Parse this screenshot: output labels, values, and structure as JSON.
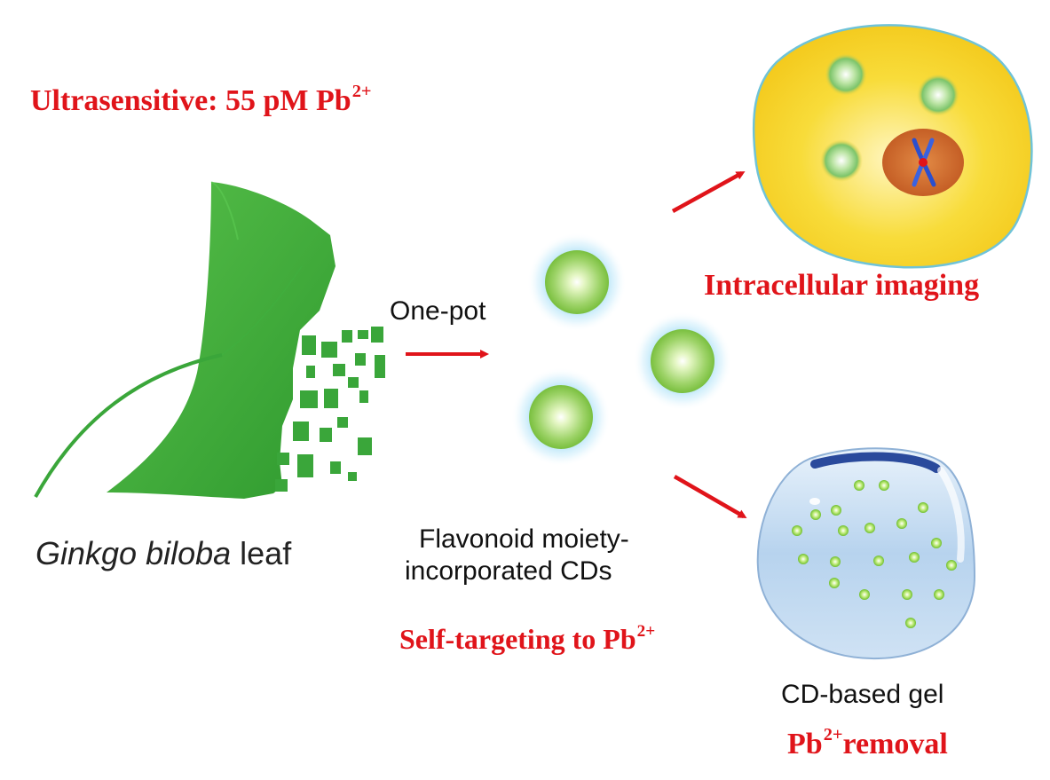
{
  "headline": {
    "prefix": "Ultrasensitive: 55 pM Pb",
    "charge": "2+"
  },
  "leaf_caption": {
    "species": "Ginkgo biloba",
    "suffix": " leaf"
  },
  "step_label": "One-pot",
  "cd_caption": {
    "line1": "Flavonoid moiety-",
    "line2": "incorporated CDs"
  },
  "targeting": {
    "prefix": "Self-targeting to Pb",
    "charge": "2+"
  },
  "imaging_label": "Intracellular imaging",
  "gel_label": "CD-based gel",
  "removal": {
    "ion": "Pb",
    "charge": "2+",
    "suffix": "removal"
  },
  "colors": {
    "accent_red": "#e0141a",
    "leaf_green": "#3aa63a",
    "dot_green": "#9fd46a",
    "glow_blue": "#9fdcf5",
    "cell_yellow": "#f6d21e",
    "nucleus_orange": "#cf6a2a",
    "gel_blue": "#b8d4ee"
  },
  "icons": [
    "ginkgo-leaf-icon",
    "carbon-dot-icon",
    "arrow-icon",
    "cell-icon",
    "nucleus-icon",
    "chromosome-icon",
    "gel-droplet-icon"
  ]
}
